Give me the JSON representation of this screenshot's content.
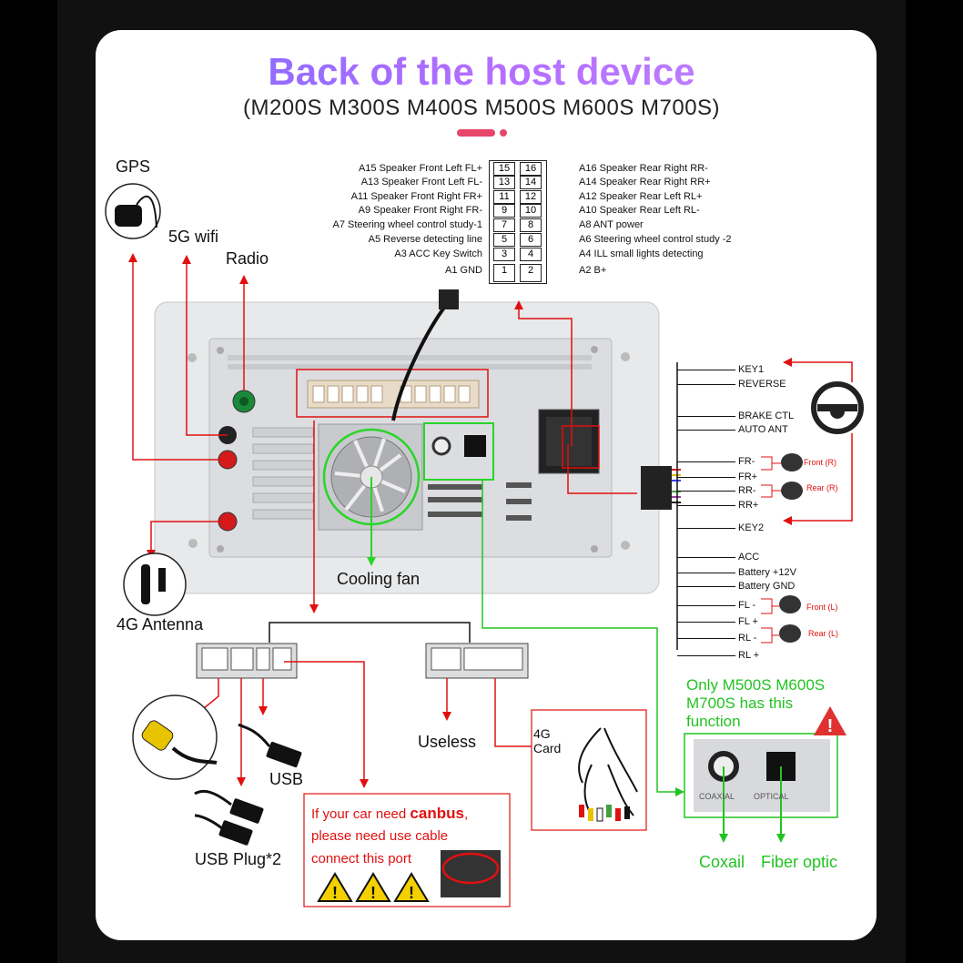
{
  "title": "Back of the host device",
  "subtitle": "(M200S M300S M400S M500S M600S M700S)",
  "pins_left": [
    {
      "pin": "15",
      "label": "A15  Speaker Front Left FL+"
    },
    {
      "pin": "13",
      "label": "A13  Speaker Front Left FL-"
    },
    {
      "pin": "11",
      "label": "A11  Speaker Front Right FR+"
    },
    {
      "pin": "9",
      "label": "A9     Speaker Front Right FR-"
    },
    {
      "pin": "7",
      "label": "A7   Steering wheel control study-1"
    },
    {
      "pin": "5",
      "label": "A5    Reverse detecting line"
    },
    {
      "pin": "3",
      "label": "A3 ACC Key Switch"
    },
    {
      "pin": "1",
      "label": "A1 GND"
    }
  ],
  "pins_right": [
    {
      "pin": "16",
      "label": "A16 Speaker Rear Right RR-"
    },
    {
      "pin": "14",
      "label": "A14 Speaker Rear Right RR+"
    },
    {
      "pin": "12",
      "label": "A12 Speaker Rear Left RL+"
    },
    {
      "pin": "10",
      "label": "A10 Speaker Rear Left RL-"
    },
    {
      "pin": "8",
      "label": "A8   ANT power"
    },
    {
      "pin": "6",
      "label": "A6   Steering wheel control study -2"
    },
    {
      "pin": "4",
      "label": "A4   ILL small lights detecting"
    },
    {
      "pin": "2",
      "label": "A2   B+"
    }
  ],
  "labels": {
    "gps": "GPS",
    "wifi": "5G wifi",
    "radio": "Radio",
    "antenna4g": "4G Antenna",
    "cooling_fan": "Cooling fan",
    "usb": "USB",
    "usb_plug": "USB Plug*2",
    "useless": "Useless",
    "card_4g_line1": "4G",
    "card_4g_line2": "Card",
    "coaxial": "Coxail",
    "fiber": "Fiber optic",
    "only_line1": "Only M500S M600S",
    "only_line2": "M700S has this",
    "only_line3": "function",
    "canbus_prefix": "If your car need ",
    "canbus_bold": "canbus",
    "canbus_suffix": ",",
    "canbus_line2": "please need use cable",
    "canbus_line3": "connect this port",
    "coaxial_port_label": "COAXIAL",
    "optical_port_label": "OPTICAL"
  },
  "harness": [
    {
      "label": "KEY1"
    },
    {
      "label": "REVERSE"
    },
    {
      "label": "BRAKE CTL"
    },
    {
      "label": "AUTO ANT"
    },
    {
      "label": "FR-"
    },
    {
      "label": "FR+"
    },
    {
      "label": "RR-"
    },
    {
      "label": "RR+"
    },
    {
      "label": "KEY2"
    },
    {
      "label": "ACC"
    },
    {
      "label": "Battery +12V"
    },
    {
      "label": "Battery GND"
    },
    {
      "label": "FL -"
    },
    {
      "label": "FL +"
    },
    {
      "label": "RL -"
    },
    {
      "label": "RL +"
    }
  ],
  "speakers": {
    "front_r": "Front (R)",
    "rear_r": "Rear (R)",
    "front_l": "Front (L)",
    "rear_l": "Rear (L)"
  },
  "colors": {
    "accent_red": "#e01010",
    "accent_green": "#22c322",
    "title_start": "#6a6cff",
    "title_end": "#c68bff",
    "pill": "#e8456b"
  }
}
